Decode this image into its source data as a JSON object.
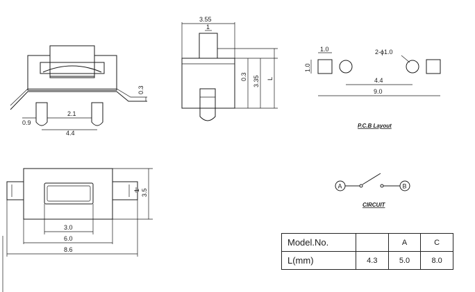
{
  "side_view": {
    "dim_height": "0.3",
    "dim_left": "0.9",
    "dim_inner": "2.1",
    "dim_pitch": "4.4"
  },
  "front_view": {
    "dim_width": "3.55",
    "dim_actuator": "1",
    "dim_03": "0.3",
    "dim_335": "3.35",
    "dim_L": "L"
  },
  "pcb": {
    "dim_pad_w": "1.0",
    "dim_pad_h": "1.0",
    "dim_holes": "2-ϕ1.0",
    "dim_holes_pitch": "4.4",
    "dim_total": "9.0",
    "caption": "P.C.B Layout"
  },
  "top_view": {
    "dim_inner": "3.0",
    "dim_body": "6.0",
    "dim_total": "8.6",
    "dim_terminal": "1",
    "dim_height": "3.5"
  },
  "circuit": {
    "terminal_a": "A",
    "terminal_b": "B",
    "caption": "CIRCUIT"
  },
  "spec_table": {
    "header_label": "Model.No.",
    "header_blank": "",
    "header_a": "A",
    "header_c": "C",
    "row_label": "L(mm)",
    "row_values": [
      "4.3",
      "5.0",
      "8.0"
    ]
  }
}
